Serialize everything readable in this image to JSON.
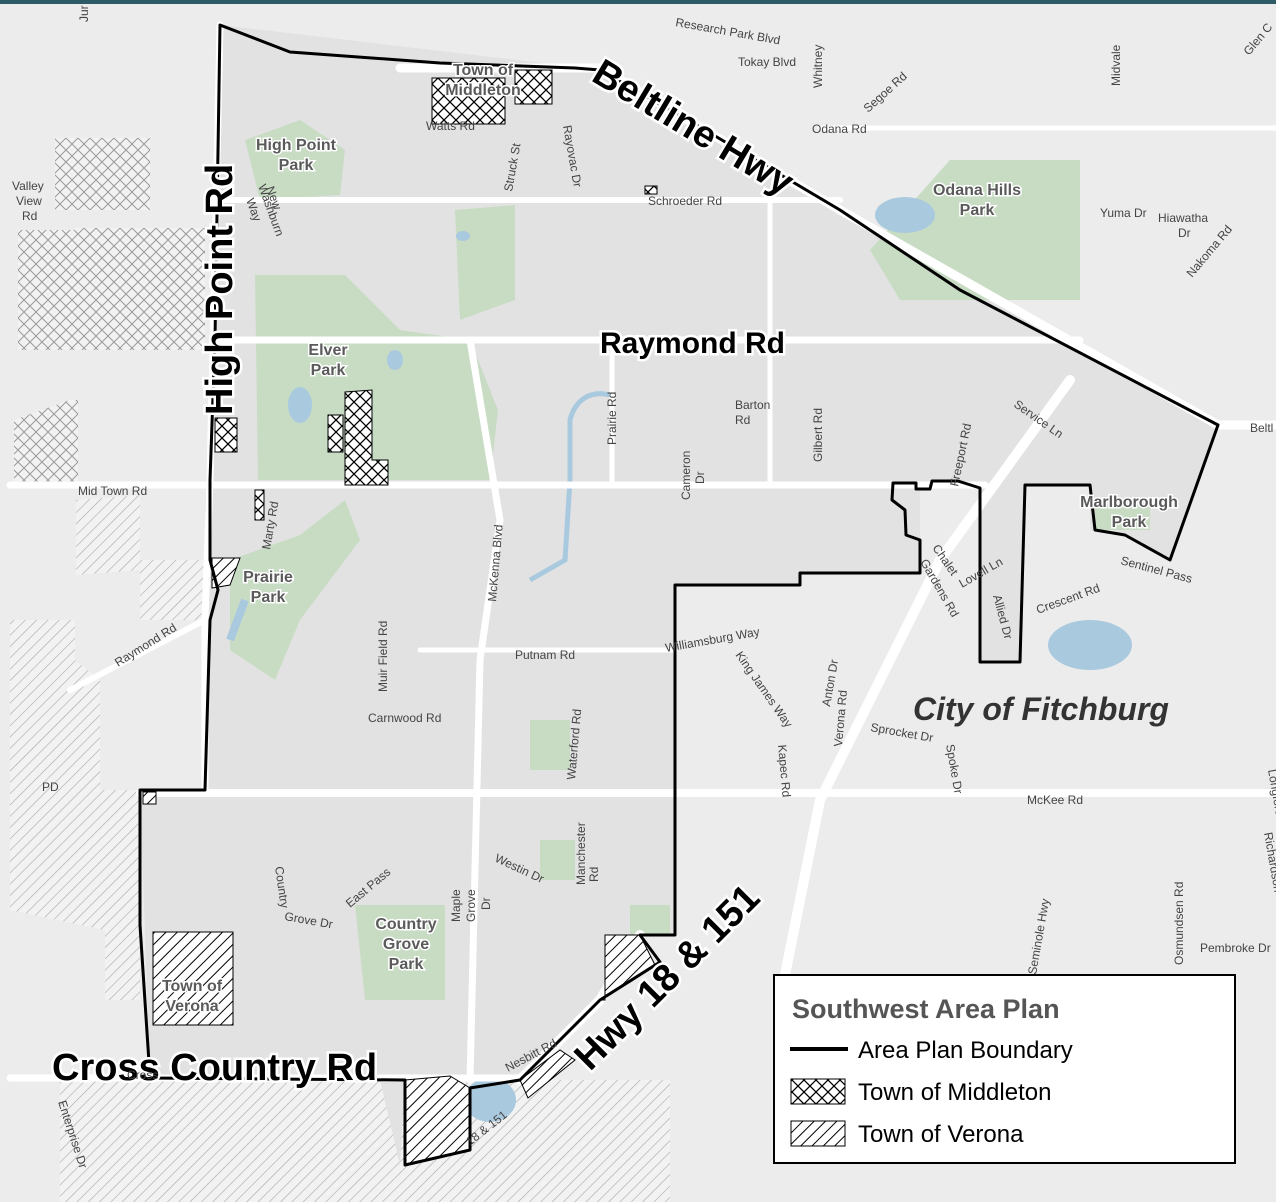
{
  "colors": {
    "background": "#ececec",
    "city_area": "#e2e2e2",
    "park": "#c8dcc4",
    "water": "#a9c9df",
    "road": "#ffffff",
    "boundary": "#000000",
    "top_bar": "#2e5c66"
  },
  "major_labels": {
    "beltline": "Beltline Hwy",
    "high_point": "High Point Rd",
    "raymond": "Raymond Rd",
    "hwy18": "Hwy 18 & 151",
    "cross_country": "Cross Country Rd",
    "fitchburg": "City of Fitchburg"
  },
  "parks": {
    "high_point_1": "High Point",
    "high_point_2": "Park",
    "odana_1": "Odana Hills",
    "odana_2": "Park",
    "elver_1": "Elver",
    "elver_2": "Park",
    "prairie_1": "Prairie",
    "prairie_2": "Park",
    "marlborough_1": "Marlborough",
    "marlborough_2": "Park",
    "country_grove_1": "Country",
    "country_grove_2": "Grove",
    "country_grove_3": "Park"
  },
  "towns": {
    "middleton_1": "Town of",
    "middleton_2": "Middleton",
    "verona_1": "Town of",
    "verona_2": "Verona"
  },
  "roads": {
    "research_park": "Research Park Blvd",
    "tokay": "Tokay Blvd",
    "whitney": "Whitney",
    "midvale": "Midvale",
    "glen": "Glen C",
    "segoe": "Segoe Rd",
    "odana": "Odana Rd",
    "watts": "Watts Rd",
    "struck": "Struck St",
    "rayovac": "Rayovac Dr",
    "schroeder": "Schroeder Rd",
    "yuma": "Yuma Dr",
    "hiawatha_1": "Hiawatha",
    "hiawatha_2": "Dr",
    "nakoma": "Nakoma Rd",
    "valley_1": "Valley",
    "valley_2": "View",
    "valley_3": "Rd",
    "new_washburn_1": "New",
    "new_washburn_2": "Washburn",
    "new_washburn_3": "Way",
    "jur": "Jur",
    "barton_1": "Barton",
    "barton_2": "Rd",
    "prairie_rd": "Prairie Rd",
    "gilbert": "Gilbert Rd",
    "service": "Service Ln",
    "beltl": "Beltl",
    "freeport": "Freeport Rd",
    "cameron_1": "Cameron",
    "cameron_2": "Dr",
    "mid_town": "Mid Town Rd",
    "marty": "Marty Rd",
    "mckenna": "McKenna Blvd",
    "chalet_1": "Chalet",
    "chalet_2": "Gardens Rd",
    "lovell": "Lovell Ln",
    "allied": "Allied Dr",
    "sentinel": "Sentinel Pass",
    "crescent": "Crescent Rd",
    "raymond_small": "Raymond Rd",
    "williamsburg": "Williamsburg Way",
    "putnam": "Putnam Rd",
    "muir_field": "Muir Field Rd",
    "king_james": "King James Way",
    "anton": "Anton Dr",
    "verona_rd": "Verona Rd",
    "sprocket": "Sprocket Dr",
    "spoke": "Spoke Dr",
    "kapec": "Kapec Rd",
    "carnwood": "Carnwood Rd",
    "waterford": "Waterford Rd",
    "mckee": "McKee Rd",
    "longford": "Longford",
    "richardson": "Richardson",
    "pd": "PD",
    "country_grove_dr_1": "Country",
    "country_grove_dr_2": "Grove Dr",
    "east_pass": "East Pass",
    "maple_1": "Maple",
    "maple_2": "Grove",
    "maple_3": "Dr",
    "westin": "Westin Dr",
    "manchester_1": "Manchester",
    "manchester_2": "Rd",
    "seminole": "Seminole Hwy",
    "osmundsen": "Osmundsen Rd",
    "pembroke": "Pembroke Dr",
    "nesbitt": "Nesbitt Rd",
    "hwy_small": "18 & 151",
    "enterprise": "Enterprise Dr",
    "cross_small": "Cross"
  },
  "legend": {
    "title": "Southwest Area Plan",
    "boundary": "Area Plan Boundary",
    "middleton": "Town of Middleton",
    "verona": "Town of Verona"
  }
}
